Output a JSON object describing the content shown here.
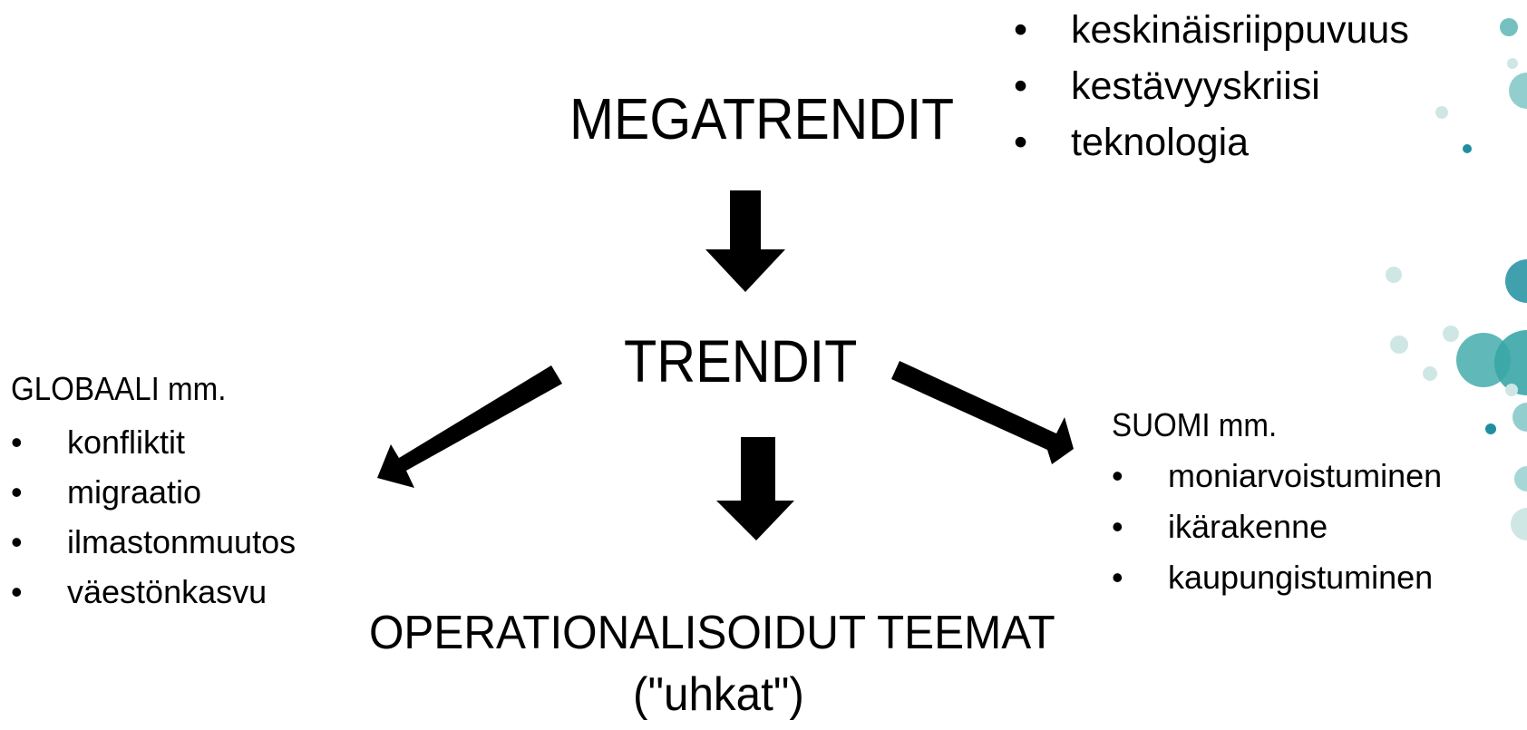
{
  "megatrends": {
    "title": "MEGATRENDIT",
    "items": [
      "keskinäisriippuvuus",
      "kestävyyskriisi",
      "teknologia"
    ]
  },
  "trends": {
    "title": "TRENDIT"
  },
  "global": {
    "title": "GLOBAALI mm.",
    "items": [
      "konfliktit",
      "migraatio",
      "ilmastonmuutos",
      "väestönkasvu"
    ]
  },
  "finland": {
    "title": "SUOMI mm.",
    "items": [
      "moniarvoistuminen",
      "ikärakenne",
      "kaupungistuminen"
    ]
  },
  "themes": {
    "title": "OPERATIONALISOIDUT TEEMAT",
    "subtitle": "(\"uhkat\")"
  },
  "colors": {
    "arrow": "#000000",
    "bubble_teal": "#3aa6a6",
    "bubble_dark": "#1f8fa0",
    "bubble_light": "#cfe7e4"
  },
  "bullet_glyph": "•"
}
